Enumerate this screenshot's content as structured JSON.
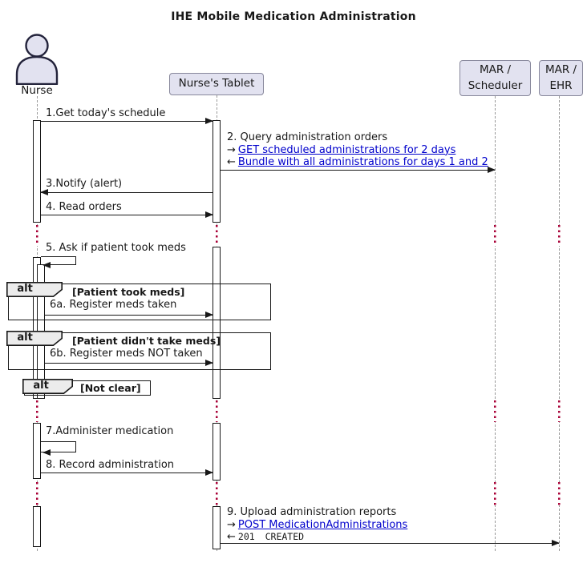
{
  "title": "IHE Mobile Medication Administration",
  "participants": {
    "nurse": {
      "label": "Nurse"
    },
    "tablet": {
      "label": "Nurse's Tablet"
    },
    "scheduler": {
      "line1": "MAR /",
      "line2": "Scheduler"
    },
    "ehr": {
      "line1": "MAR /",
      "line2": "EHR"
    }
  },
  "messages": {
    "m1": {
      "label": "1.Get today's schedule"
    },
    "m2": {
      "label": "2. Query administration orders",
      "req_dir": "→",
      "req_link": "GET scheduled administrations for 2 days",
      "res_dir": "←",
      "res_link": "Bundle with all administrations for days 1 and 2"
    },
    "m3": {
      "label": "3.Notify (alert)"
    },
    "m4": {
      "label": "4. Read orders"
    },
    "m5": {
      "label": "5. Ask if patient took meds"
    },
    "m6a": {
      "label": "6a. Register meds taken"
    },
    "m6b": {
      "label": "6b. Register meds NOT taken"
    },
    "m7": {
      "label": "7.Administer medication"
    },
    "m8": {
      "label": "8. Record administration"
    },
    "m9": {
      "label": "9. Upload administration reports",
      "req_dir": "→",
      "req_link": "POST MedicationAdministrations",
      "res_dir": "←",
      "res_status": "201 CREATED"
    }
  },
  "frames": {
    "alt1": {
      "operator": "alt",
      "guard": "[Patient took meds]"
    },
    "alt2": {
      "operator": "alt",
      "guard": "[Patient didn't take meds]"
    },
    "alt3": {
      "operator": "alt",
      "guard": "[Not clear]"
    }
  },
  "colors": {
    "participant_fill": "#E2E2F0",
    "participant_border": "#87879B",
    "frame_header_fill": "#ECECEC",
    "line_dark": "#181818",
    "lifeline_gray": "#9A9A9A",
    "delay_red": "#A80036",
    "link_blue": "#0000CC"
  }
}
